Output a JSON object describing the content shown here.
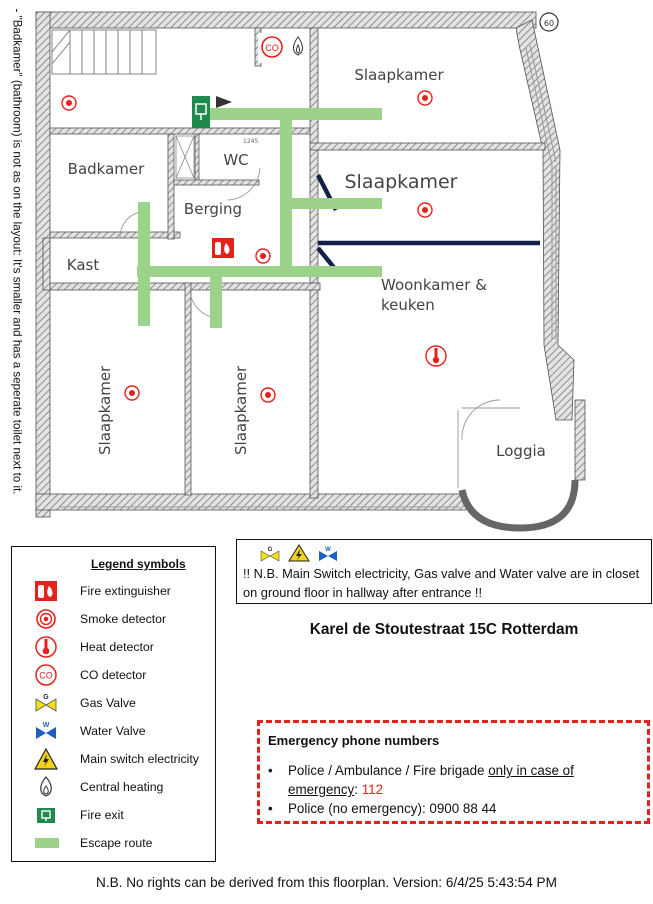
{
  "side_note": "- \"Badkamer\" (bathroom) is not as on the layout: It's smaller and has a seperate toilet next to it.",
  "rooms": {
    "slaapkamer_top": "Slaapkamer",
    "slaapkamer_mid": "Slaapkamer",
    "badkamer": "Badkamer",
    "wc": "WC",
    "berging": "Berging",
    "kast": "Kast",
    "woonkamer_line1": "Woonkamer &",
    "woonkamer_line2": "keuken",
    "slaapkamer_left": "Slaapkamer",
    "slaapkamer_right": "Slaapkamer",
    "loggia": "Loggia",
    "compass": "60",
    "dimension": "1245"
  },
  "legend": {
    "title": "Legend symbols",
    "items": [
      {
        "icon": "fire-extinguisher-icon",
        "label": "Fire extinguisher"
      },
      {
        "icon": "smoke-detector-icon",
        "label": "Smoke detector"
      },
      {
        "icon": "heat-detector-icon",
        "label": "Heat detector"
      },
      {
        "icon": "co-detector-icon",
        "label": "CO detector"
      },
      {
        "icon": "gas-valve-icon",
        "label": "Gas Valve"
      },
      {
        "icon": "water-valve-icon",
        "label": "Water Valve"
      },
      {
        "icon": "main-switch-icon",
        "label": "Main switch electricity"
      },
      {
        "icon": "central-heating-icon",
        "label": "Central heating"
      },
      {
        "icon": "fire-exit-icon",
        "label": "Fire exit"
      },
      {
        "icon": "escape-route-icon",
        "label": "Escape route"
      }
    ]
  },
  "icon_text": {
    "co": "CO",
    "gas": "G",
    "water": "W"
  },
  "notice": {
    "text": "!! N.B. Main Switch electricity, Gas valve and Water valve are in closet on ground floor in hallway after entrance !!"
  },
  "address": "Karel de Stoutestraat 15C Rotterdam",
  "emergency": {
    "title": "Emergency phone numbers",
    "item1_prefix": "Police / Ambulance / Fire brigade ",
    "item1_underlined": "only in case of emergency",
    "item1_suffix": ": ",
    "item1_number": "112",
    "item2": "Police (no emergency): 0900 88 44"
  },
  "footer": "N.B. No rights can be derived from this floorplan. Version: 6/4/25 5:43:54 PM",
  "colors": {
    "red": "#e4211b",
    "escape_route": "#9dd28a",
    "fire_exit": "#1f8a4c",
    "gas": "#f2e01a",
    "water": "#1f5fbf",
    "wall": "#6d6d6d"
  }
}
